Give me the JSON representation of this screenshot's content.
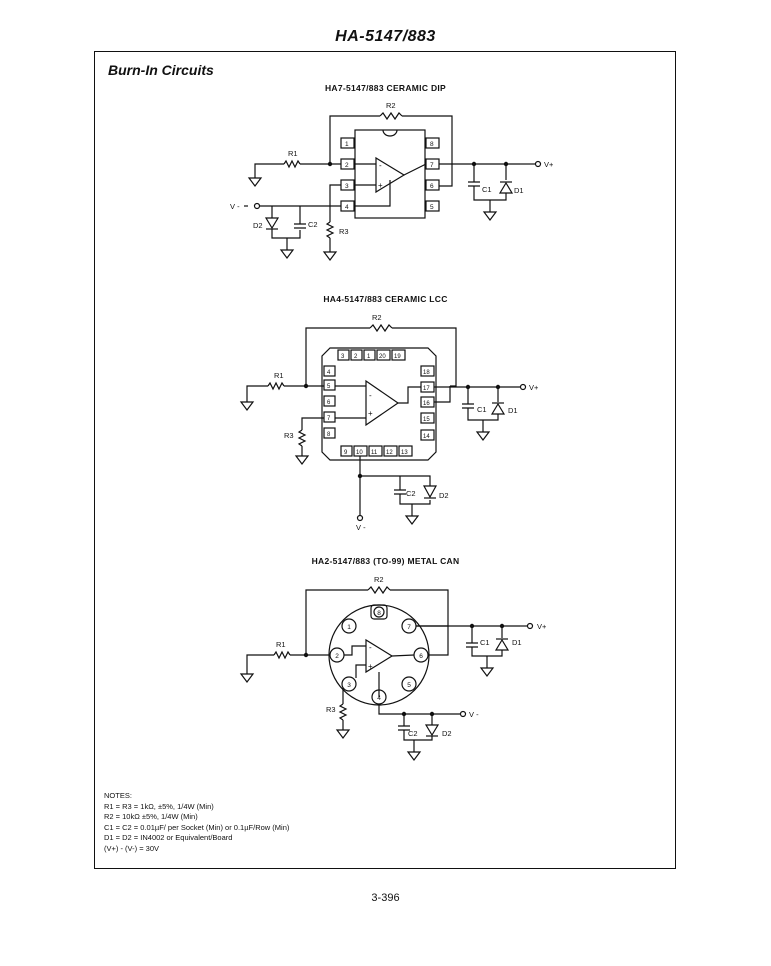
{
  "header": {
    "title": "HA-5147/883"
  },
  "section": {
    "title": "Burn-In Circuits"
  },
  "circuits": [
    {
      "title": "HA7-5147/883 CERAMIC DIP"
    },
    {
      "title": "HA4-5147/883 CERAMIC LCC"
    },
    {
      "title": "HA2-5147/883 (TO-99) METAL CAN"
    }
  ],
  "labels": {
    "r1": "R1",
    "r2": "R2",
    "r3": "R3",
    "c1": "C1",
    "c2": "C2",
    "d1": "D1",
    "d2": "D2",
    "vplus": "V+",
    "vminus": "V -",
    "vminus_lcc": "V -",
    "vplus_lcc": "V+",
    "plus": "+",
    "minus": "-"
  },
  "dip_pins": [
    "1",
    "2",
    "3",
    "4",
    "8",
    "7",
    "6",
    "5"
  ],
  "lcc_pins": {
    "top": [
      "3",
      "2",
      "1",
      "20",
      "19"
    ],
    "left": [
      "4",
      "5",
      "6",
      "7",
      "8"
    ],
    "right": [
      "18",
      "17",
      "16",
      "15",
      "14"
    ],
    "bottom": [
      "9",
      "10",
      "11",
      "12",
      "13"
    ]
  },
  "can_pins": [
    "1",
    "2",
    "3",
    "4",
    "5",
    "6",
    "7",
    "8"
  ],
  "notes": {
    "heading": "NOTES:",
    "lines": [
      "R1 = R3 = 1kΩ, ±5%, 1/4W (Min)",
      "R2 = 10kΩ ±5%, 1/4W (Min)",
      "C1 = C2 = 0.01µF/ per Socket (Min) or 0.1µF/Row (Min)",
      "D1 = D2 = IN4002 or Equivalent/Board",
      "(V+) - (V-) = 30V"
    ]
  },
  "footer": {
    "page": "3-396"
  }
}
